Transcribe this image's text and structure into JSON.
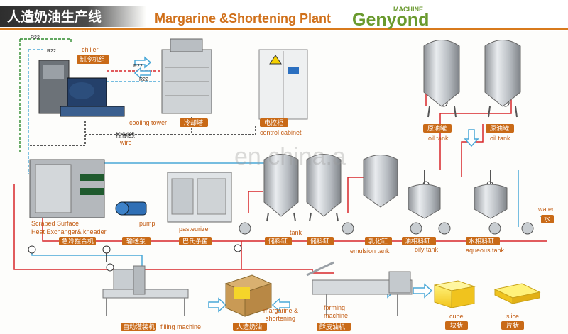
{
  "header": {
    "title_cn": "人造奶油生产线",
    "title_en": "Margarine &Shortening Plant",
    "brand_small": "MACHINE",
    "brand": "Genyond"
  },
  "watermark": "en.china.a",
  "colors": {
    "header_bg": "#3c3c3c",
    "accent_orange": "#d87a1c",
    "brand_green": "#6a9a2e",
    "pipe_red": "#d8262a",
    "pipe_green": "#2e8b2e",
    "pipe_blue": "#4aa8d8",
    "pipe_black": "#222222"
  },
  "labels": {
    "r22_1": "R22",
    "r22_2": "R22",
    "r22_3": "R22",
    "r22_4": "R22",
    "chiller_en": "chiller",
    "chiller_cn": "制冷机组",
    "cooling_tower_en": "cooling tower",
    "cooling_tower_cn": "冷却塔",
    "control_cabinet_cn": "电控柜",
    "control_cabinet_en": "control cabinet",
    "control_wire_cn": "控制线",
    "control_wire_en": "wire",
    "oil_tank1_cn": "原油罐",
    "oil_tank1_en": "oil tank",
    "oil_tank2_cn": "原油罐",
    "oil_tank2_en": "oil tank",
    "scraped_en_1": "Scraped Surface",
    "scraped_en_2": "Heat Exchanger& kneader",
    "scraped_cn": "急冷捏合机",
    "pump_en": "pump",
    "pump_cn": "输送泵",
    "pasteurizer_en": "pasteurizer",
    "pasteurizer_cn": "巴氏杀菌",
    "storage1_cn": "储料缸",
    "storage2_cn": "储料缸",
    "storage_en": "tank",
    "emulsion_cn": "乳化缸",
    "emulsion_en": "emulsion tank",
    "oily_cn": "油相料缸",
    "oily_en": "oily tank",
    "aqueous_cn": "水相料缸",
    "aqueous_en": "aqueous tank",
    "water_en": "water",
    "water_cn": "水",
    "filling_cn": "自动灌装机",
    "filling_en": "filling machine",
    "product_en_1": "margarine &",
    "product_en_2": "shortening",
    "product_cn": "人造奶油",
    "forming_en_1": "forming",
    "forming_en_2": "machine",
    "forming_cn": "酥皮油机",
    "cube_en": "cube",
    "cube_cn": "块状",
    "slice_en": "slice",
    "slice_cn": "片状"
  }
}
